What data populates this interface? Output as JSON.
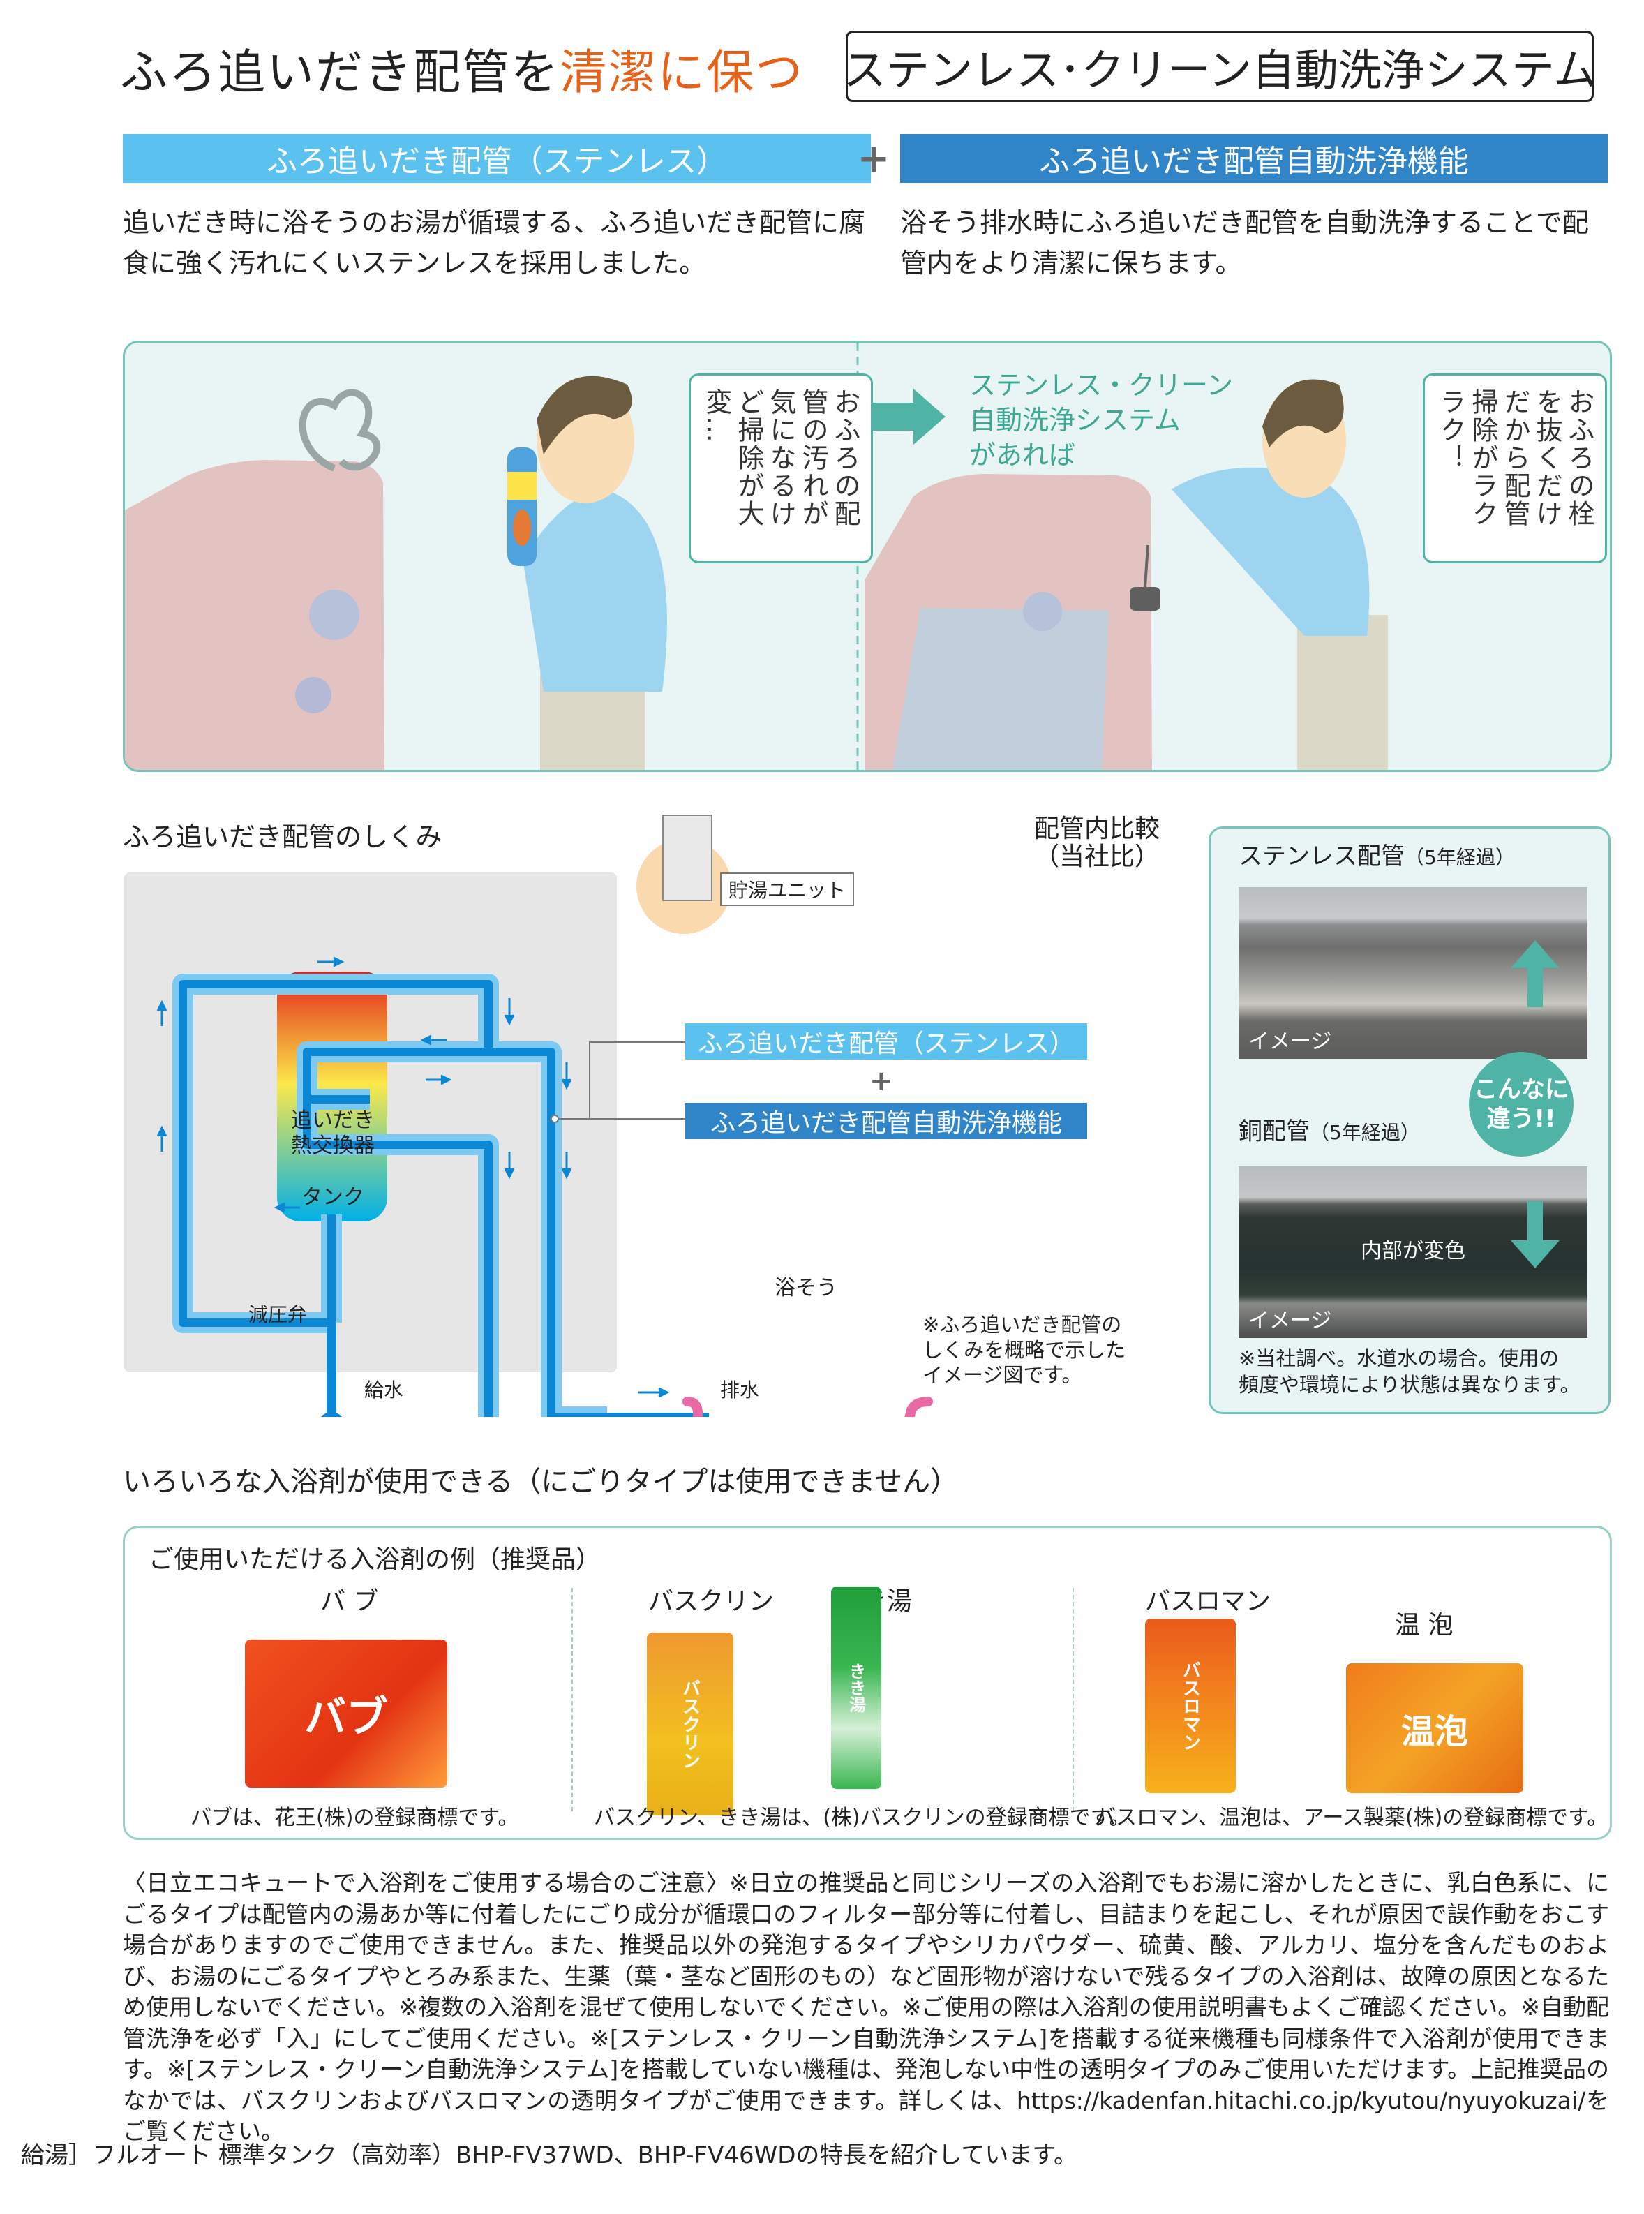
{
  "header": {
    "title_prefix": "ふろ追いだき配管を",
    "title_highlight": "清潔に保つ",
    "system_name": "ステンレス･クリーン自動洗浄システム",
    "highlight_color": "#e5621a"
  },
  "features": {
    "plus": "+",
    "left": {
      "label": "ふろ追いだき配管（ステンレス）",
      "description": "追いだき時に浴そうのお湯が循環する、ふろ追いだき配管に腐食に強く汚れにくいステンレスを採用しました。",
      "color": "#5bc2ef"
    },
    "right": {
      "label": "ふろ追いだき配管自動洗浄機能",
      "description": "浴そう排水時にふろ追いだき配管を自動洗浄することで配管内をより清潔に保ちます。",
      "color": "#2f85c8"
    }
  },
  "scene": {
    "before_bubble": "おふろの配管の汚れが気になるけど掃除が大変…",
    "caption": [
      "ステンレス・クリーン",
      "自動洗浄システム",
      "があれば"
    ],
    "after_bubble": "おふろの栓を抜くだけだから配管掃除がラクラク！"
  },
  "diagram": {
    "title": "ふろ追いだき配管のしくみ",
    "unit_label": "貯湯ユニット",
    "heat_exchanger": [
      "追いだき",
      "熱交換器"
    ],
    "tank": "タンク",
    "valve": "減圧弁",
    "water_supply": "給水",
    "bathtub": "浴そう",
    "drain": "排水",
    "legend": {
      "pipe": "ふろ追いだき配管（ステンレス）",
      "plus": "+",
      "wash": "ふろ追いだき配管自動洗浄機能"
    },
    "note": [
      "※ふろ追いだき配管の",
      "しくみを概略で示した",
      "イメージ図です。"
    ]
  },
  "comparison": {
    "title": [
      "配管内比較",
      "（当社比）"
    ],
    "stainless": {
      "label": "ステンレス配管",
      "years": "（5年経過）",
      "tag": "イメージ"
    },
    "copper": {
      "label": "銅配管",
      "years": "（5年経過）",
      "tag": "イメージ",
      "overlay": "内部が変色"
    },
    "badge": [
      "こんなに",
      "違う!!"
    ],
    "note": [
      "※当社調べ。水道水の場合。使用の",
      "頻度や環境により状態は異なります。"
    ]
  },
  "bath_additives": {
    "heading": "いろいろな入浴剤が使用できる（にごりタイプは使用できません）",
    "box_title": "ご使用いただける入浴剤の例（推奨品）",
    "products": [
      {
        "name": "バ ブ",
        "package_text": "バブ"
      },
      {
        "name": "バスクリン",
        "package_text": "バスクリン"
      },
      {
        "name": "きき湯",
        "package_text": "きき湯"
      },
      {
        "name": "バスロマン",
        "package_text": "バスロマン"
      },
      {
        "name": "温 泡",
        "package_text": "温泡"
      }
    ],
    "trademarks": [
      "バブは、花王(株)の登録商標です。",
      "バスクリン、きき湯は、(株)バスクリンの登録商標です。",
      "バスロマン、温泡は、アース製薬(株)の登録商標です。"
    ]
  },
  "notice": "〈日立エコキュートで入浴剤をご使用する場合のご注意〉※日立の推奨品と同じシリーズの入浴剤でもお湯に溶かしたときに、乳白色系に、にごるタイプは配管内の湯あか等に付着したにごり成分が循環口のフィルター部分等に付着し、目詰まりを起こし、それが原因で誤作動をおこす場合がありますのでご使用できません。また、推奨品以外の発泡するタイプやシリカパウダー、硫黄、酸、アルカリ、塩分を含んだものおよび、お湯のにごるタイプやとろみ系また、生薬（葉・茎など固形のもの）など固形物が溶けないで残るタイプの入浴剤は、故障の原因となるため使用しないでください。※複数の入浴剤を混ぜて使用しないでください。※ご使用の際は入浴剤の使用説明書もよくご確認ください。※自動配管洗浄を必ず「入」にしてご使用ください。※[ステンレス・クリーン自動洗浄システム]を搭載する従来機種も同様条件で入浴剤が使用できます。※[ステンレス・クリーン自動洗浄システム]を搭載していない機種は、発泡しない中性の透明タイプのみご使用いただけます。上記推奨品のなかでは、バスクリンおよびバスロマンの透明タイプがご使用できます。詳しくは、https://kadenfan.hitachi.co.jp/kyutou/nyuyokuzai/をご覧ください。",
  "footer": "給湯］フルオート 標準タンク（高効率）BHP-FV37WD、BHP-FV46WDの特長を紹介しています。"
}
